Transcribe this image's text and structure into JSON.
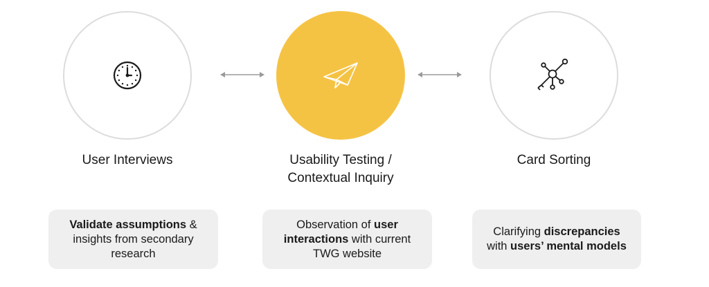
{
  "methods": [
    {
      "title_lines": [
        "User Interviews"
      ],
      "icon": "clock-icon",
      "highlighted": false,
      "card_lines": [
        [
          {
            "text": "Validate assumptions",
            "bold": true
          },
          {
            "text": " &",
            "bold": false
          }
        ],
        [
          {
            "text": "insights from secondary",
            "bold": false
          }
        ],
        [
          {
            "text": "research",
            "bold": false
          }
        ]
      ]
    },
    {
      "title_lines": [
        "Usability Testing /",
        "Contextual Inquiry"
      ],
      "icon": "paper-plane-icon",
      "highlighted": true,
      "card_lines": [
        [
          {
            "text": "Observation of ",
            "bold": false
          },
          {
            "text": "user",
            "bold": true
          }
        ],
        [
          {
            "text": "interactions",
            "bold": true
          },
          {
            "text": " with current",
            "bold": false
          }
        ],
        [
          {
            "text": "TWG website",
            "bold": false
          }
        ]
      ]
    },
    {
      "title_lines": [
        "Card Sorting"
      ],
      "icon": "network-nodes-icon",
      "highlighted": false,
      "card_lines": [
        [
          {
            "text": "Clarifying ",
            "bold": false
          },
          {
            "text": "discrepancies",
            "bold": true
          }
        ],
        [
          {
            "text": "with ",
            "bold": false
          },
          {
            "text": "users’ mental models",
            "bold": true
          }
        ]
      ]
    }
  ],
  "colors": {
    "highlight_fill": "#f5c344",
    "circle_outline": "#dcdcdc",
    "card_background": "#efefef",
    "arrow": "#9a9a9a"
  }
}
